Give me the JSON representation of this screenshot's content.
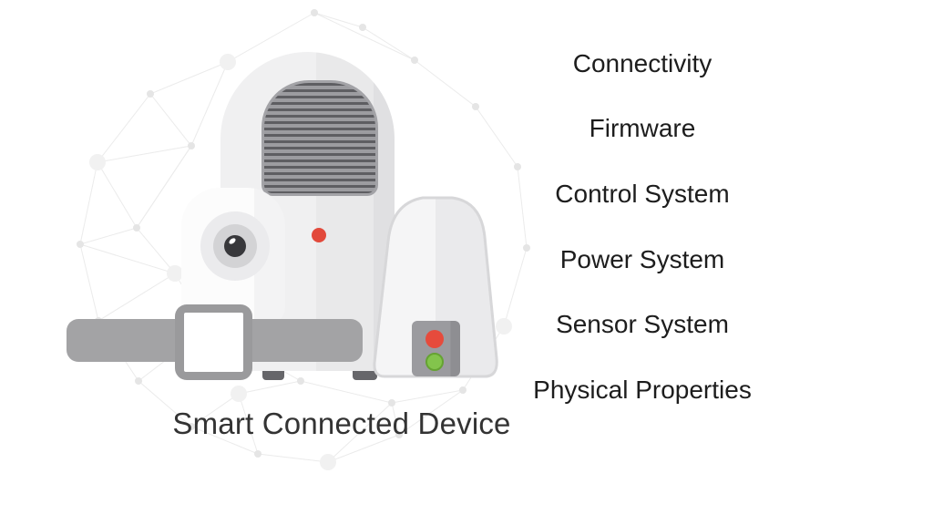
{
  "diagram": {
    "caption": "Smart Connected Device",
    "properties": [
      {
        "label": "Connectivity"
      },
      {
        "label": "Firmware"
      },
      {
        "label": "Control System"
      },
      {
        "label": "Power System"
      },
      {
        "label": "Sensor System"
      },
      {
        "label": "Physical Properties"
      }
    ]
  },
  "device": {
    "icons": [
      "speaker-grille-icon",
      "status-dot-icon",
      "camera-lens-icon",
      "smart-band-icon",
      "watch-face-icon",
      "smart-pod-icon",
      "led-panel-icon",
      "led-red-icon",
      "led-green-icon"
    ]
  },
  "colors": {
    "status_dot_red": "#e2493b",
    "led_red": "#e64b3c",
    "led_green": "#83c44c",
    "body_gray": "#eceded",
    "grille_dark": "#5e5e62",
    "grille_light": "#9c9ca0",
    "band_gray": "#a3a3a5",
    "mesh_line": "#ebebeb",
    "label_text": "#1d1d1d",
    "caption_text": "#333333",
    "background": "#ffffff"
  }
}
